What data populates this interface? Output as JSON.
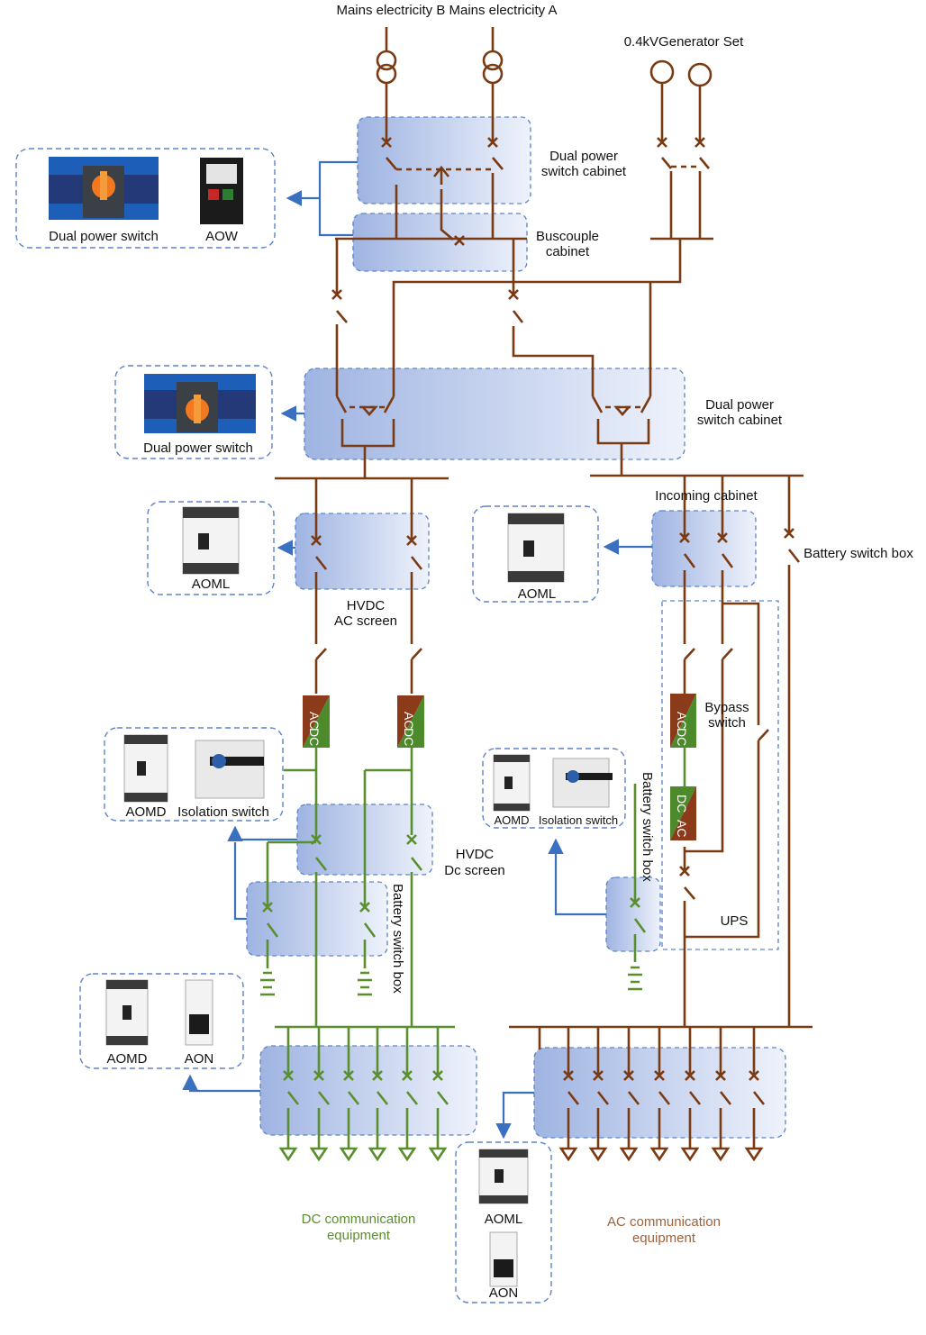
{
  "labels": {
    "mains_title": "Mains electricity B Mains electricity A",
    "generator": "0.4kVGenerator Set",
    "dual_power_cabinet_top_1": "Dual power",
    "dual_power_cabinet_top_2": "switch cabinet",
    "buscouple_1": "Buscouple",
    "buscouple_2": "cabinet",
    "dual_power_cabinet_mid_1": "Dual power",
    "dual_power_cabinet_mid_2": "switch cabinet",
    "incoming_cabinet": "Incoming cabinet",
    "battery_switch_box_right": "Battery switch box",
    "hvdc_ac_1": "HVDC",
    "hvdc_ac_2": "AC screen",
    "hvdc_dc_1": "HVDC",
    "hvdc_dc_2": "Dc screen",
    "battery_switch_box_left": "Battery switch box",
    "battery_switch_box_ups": "Battery switch box",
    "bypass_1": "Bypass",
    "bypass_2": "switch",
    "ups": "UPS",
    "dc_equipment_1": "DC communication",
    "dc_equipment_2": "equipment",
    "ac_equipment_1": "AC communication",
    "ac_equipment_2": "equipment",
    "converter_ac": "AC",
    "converter_dc": "DC"
  },
  "products": {
    "top_left": [
      "Dual power switch",
      "AOW"
    ],
    "mid_left": [
      "Dual power switch"
    ],
    "aoml_left": [
      "AOML"
    ],
    "aoml_right": [
      "AOML"
    ],
    "iso_left": [
      "AOMD",
      "Isolation switch"
    ],
    "iso_right": [
      "AOMD",
      "Isolation switch"
    ],
    "aomd_aon": [
      "AOMD",
      "AON"
    ],
    "aoml_aon": [
      "AOML",
      "AON"
    ]
  },
  "colors": {
    "ac_line": "#7a3a12",
    "dc_line": "#5a8f2e",
    "link_arrow": "#3b6fc0",
    "panel_fill": "#b9c9ea"
  }
}
